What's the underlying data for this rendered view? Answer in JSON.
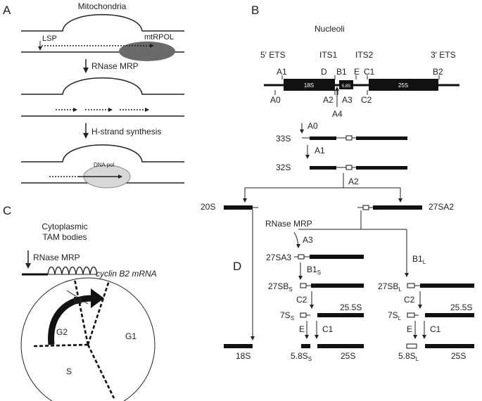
{
  "panelA": {
    "letter": "A",
    "title": "Mitochondria",
    "lsp": "LSP",
    "polymerase": "mtRPOL",
    "step1": "RNase MRP",
    "step2": "H-strand synthesis",
    "dna_pol": "DNA pol"
  },
  "panelB": {
    "letter": "B",
    "title": "Nucleoli",
    "regions": [
      "5′ ETS",
      "ITS1",
      "ITS2",
      "3′ ETS"
    ],
    "genes": {
      "r18S": "18S",
      "r58S": "5.8S",
      "r25S": "25S"
    },
    "sites": [
      "A1",
      "D",
      "B1",
      "E",
      "C1",
      "B2",
      "A0",
      "A2",
      "A3",
      "A4",
      "C2"
    ],
    "precursors": {
      "p33S": "33S",
      "p32S": "32S",
      "p20S": "20S",
      "p27SA2": "27SA2"
    },
    "cleavages": {
      "a0": "A0",
      "a1": "A1",
      "a2": "A2"
    }
  },
  "panelC": {
    "letter": "C",
    "title_line1": "Cytoplasmic",
    "title_line2": "TAM bodies",
    "enzyme": "RNase MRP",
    "mrna": "cyclin B2 mRNA",
    "phases": {
      "m": "M",
      "g1": "G1",
      "g2": "G2",
      "s": "S"
    }
  },
  "panelD": {
    "letter": "D",
    "enzyme": "RNase MRP",
    "steps": {
      "a3": "A3",
      "b1s_main": "B1",
      "b1s_sub": "S",
      "b1l_main": "B1",
      "b1l_sub": "L",
      "c2_short": "C2",
      "c2_long": "C2",
      "e_short": "E",
      "c1_short": "C1",
      "e_long": "E",
      "c1_long": "C1"
    },
    "species": {
      "s27SA3": "27SA3",
      "s27SBs_main": "27SB",
      "s27SBs_sub": "S",
      "s27SBl_main": "27SB",
      "s27SBl_sub": "L",
      "s7Ss_main": "7S",
      "s7Ss_sub": "S",
      "s7Sl_main": "7S",
      "s7Sl_sub": "L",
      "s255_short": "25.5S",
      "s255_long": "25.5S",
      "s18S": "18S",
      "s58Ss_main": "5.8S",
      "s58Ss_sub": "S",
      "s58Sl_main": "5.8S",
      "s58Sl_sub": "L",
      "s25S_short": "25S",
      "s25S_long": "25S"
    }
  }
}
